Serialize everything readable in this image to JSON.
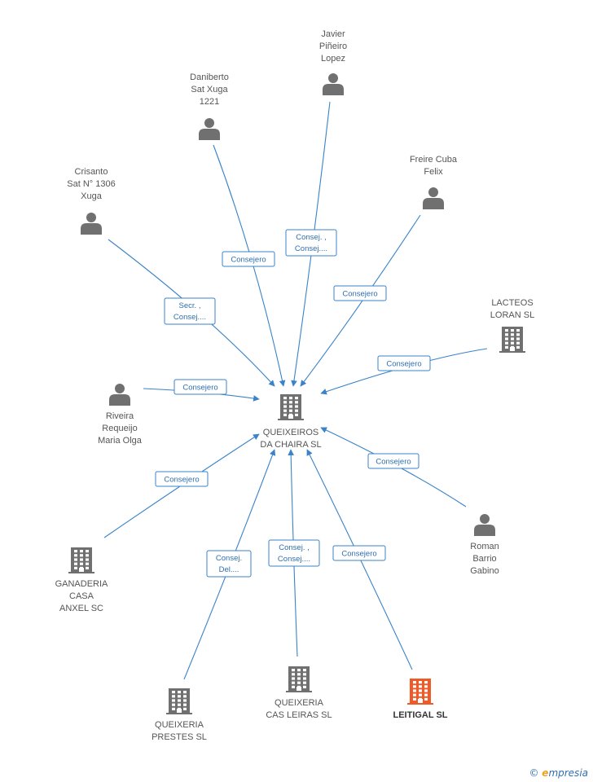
{
  "nodes": [
    {
      "id": "center",
      "kind": "company",
      "color": "#707070",
      "focus": false,
      "label": [
        "QUEIXEIROS",
        "DA CHAIRA SL"
      ]
    },
    {
      "id": "javier",
      "kind": "person",
      "color": "#707070",
      "label": [
        "Javier",
        "Piñeiro",
        "Lopez"
      ]
    },
    {
      "id": "daniberto",
      "kind": "person",
      "color": "#707070",
      "label": [
        "Daniberto",
        "Sat Xuga",
        "1221"
      ]
    },
    {
      "id": "freire",
      "kind": "person",
      "color": "#707070",
      "label": [
        "Freire Cuba",
        "Felix"
      ]
    },
    {
      "id": "crisanto",
      "kind": "person",
      "color": "#707070",
      "label": [
        "Crisanto",
        "Sat N° 1306",
        "Xuga"
      ]
    },
    {
      "id": "lacteos",
      "kind": "company",
      "color": "#707070",
      "label": [
        "LACTEOS",
        "LORAN SL"
      ]
    },
    {
      "id": "riveira",
      "kind": "person",
      "color": "#707070",
      "label": [
        "Riveira",
        "Requeijo",
        "Maria Olga"
      ]
    },
    {
      "id": "roman",
      "kind": "person",
      "color": "#707070",
      "label": [
        "Roman",
        "Barrio",
        "Gabino"
      ]
    },
    {
      "id": "ganaderia",
      "kind": "company",
      "color": "#707070",
      "label": [
        "GANADERIA",
        "CASA",
        "ANXEL SC"
      ]
    },
    {
      "id": "casleiras",
      "kind": "company",
      "color": "#707070",
      "label": [
        "QUEIXERIA",
        "CAS LEIRAS SL"
      ]
    },
    {
      "id": "prestes",
      "kind": "company",
      "color": "#707070",
      "label": [
        "QUEIXERIA",
        "PRESTES SL"
      ]
    },
    {
      "id": "leitigal",
      "kind": "company",
      "color": "#f05a28",
      "focus": true,
      "label": [
        "LEITIGAL SL"
      ]
    }
  ],
  "edges": [
    {
      "from": "javier",
      "label": [
        "Consej. ,",
        "Consej...."
      ]
    },
    {
      "from": "daniberto",
      "label": [
        "Consejero"
      ]
    },
    {
      "from": "freire",
      "label": [
        "Consejero"
      ]
    },
    {
      "from": "crisanto",
      "label": [
        "Secr. ,",
        "Consej...."
      ]
    },
    {
      "from": "lacteos",
      "label": [
        "Consejero"
      ]
    },
    {
      "from": "riveira",
      "label": [
        "Consejero"
      ]
    },
    {
      "from": "roman",
      "label": [
        "Consejero"
      ]
    },
    {
      "from": "ganaderia",
      "label": [
        "Consejero"
      ]
    },
    {
      "from": "casleiras",
      "label": [
        "Consej. ,",
        "Consej...."
      ]
    },
    {
      "from": "prestes",
      "label": [
        "Consej.",
        "Del...."
      ]
    },
    {
      "from": "leitigal",
      "label": [
        "Consejero"
      ]
    }
  ],
  "brand": {
    "copyright": "©",
    "first_letter": "e",
    "rest": "mpresia"
  },
  "colors": {
    "edge": "#3a83c8",
    "icon": "#707070",
    "highlight": "#f05a28"
  }
}
